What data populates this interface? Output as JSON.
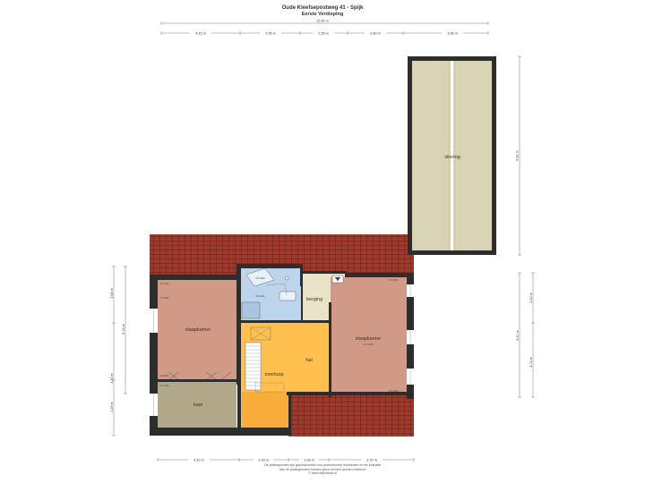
{
  "header": {
    "title": "Oude Kleefsepostweg 41 - Spijk",
    "subtitle": "Eerste Verdieping"
  },
  "dimensions": {
    "top_total": "12.50 m",
    "top": [
      "4.15 m",
      "2.95 m",
      "2.25 m",
      "2.80 m",
      "3.96 m"
    ],
    "bottom": [
      "4.10 m",
      "2.33 m",
      "1.96 m",
      "3.70 m"
    ],
    "vliering_height": "5.82 m",
    "left": [
      "2.66 m",
      "5.16 m",
      "3.30 m",
      "2.29 m"
    ],
    "right": [
      "2.94 m",
      "6.37 m",
      "3.73 m"
    ]
  },
  "rooms": {
    "vliering": "vliering",
    "slaapkamer_left": "slaapkamer",
    "kast": "kast",
    "berging": "berging",
    "overloop": "overloop",
    "hal": "hal",
    "slaapkamer_right": "slaapkamer",
    "slaapkamer_right_area": "m²/1.88m"
  },
  "height_marks": {
    "sk_left_1": "h=1.75m",
    "sk_left_2": "h=1.55m",
    "sk_left_3": "h=1.95m",
    "kast": "h=1.29m",
    "bath_1": "h=0.36m",
    "bath_2": "h=2.08m",
    "sk_right_1": "h=1.95m",
    "sk_right_2": "h=1.29m"
  },
  "footer": {
    "line1": "De plattegronden zijn geproduceerd voor promotionele doeleinden en ter indicatie",
    "line2": "Aan de plattegronden kunnen geen rechten worden ontleend",
    "line3": "© www.objectfoto.nl"
  },
  "colors": {
    "roof": "#9d3a2d",
    "slaapkamer": "#d19a87",
    "kast": "#b2a88a",
    "bathroom": "#bcd5ec",
    "berging": "#eae3c7",
    "overloop": "#ffc04d",
    "hal": "#ffc04d",
    "lower_hall": "#f8ad3a",
    "vliering": "#d9d4b5",
    "wall": "#2d2d2d"
  }
}
